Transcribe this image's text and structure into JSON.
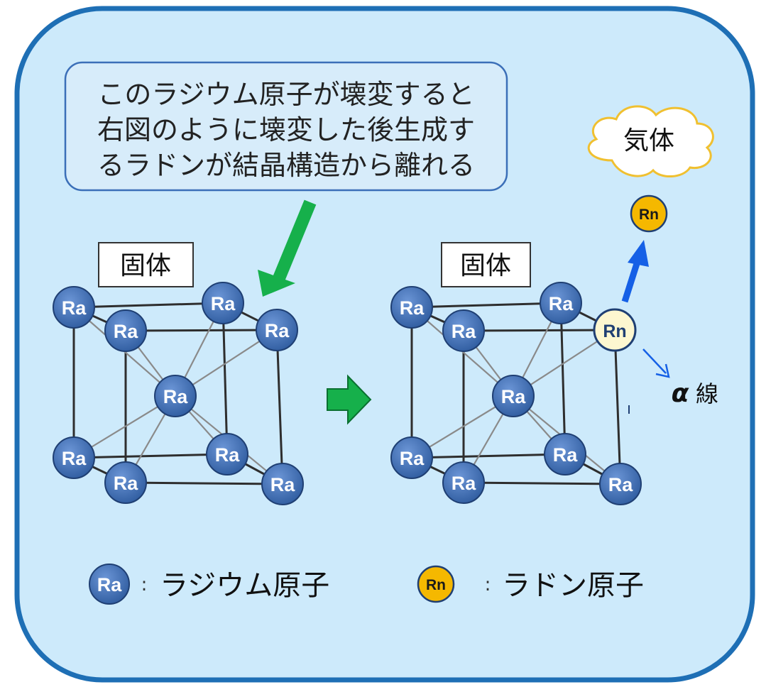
{
  "callout": {
    "lines": [
      "このラジウム原子が壊変すると",
      "右図のように壊変した後生成す",
      "るラドンが結晶構造から離れる"
    ]
  },
  "left_panel": {
    "label": "固体",
    "atoms": [
      "Ra",
      "Ra",
      "Ra",
      "Ra",
      "Ra",
      "Ra",
      "Ra",
      "Ra",
      "Ra"
    ]
  },
  "right_panel": {
    "label": "固体",
    "atoms": [
      "Ra",
      "Ra",
      "Ra",
      "Rn",
      "Ra",
      "Ra",
      "Ra",
      "Ra",
      "Ra"
    ],
    "gas_label": "気体",
    "escaped_atom": "Rn",
    "alpha_symbol": "α",
    "alpha_text": "線"
  },
  "legend": {
    "ra_symbol": "Ra",
    "ra_text": "ラジウム原子",
    "rn_symbol": "Rn",
    "rn_text": "ラドン原子",
    "separator": ":"
  },
  "colors": {
    "panel_fill": "#cdeafb",
    "panel_border": "#1e6fb5",
    "ra_atom": "#3f6fb6",
    "rn_atom_escaped": "#f5b800",
    "rn_atom_in_lattice": "#fdf7d0",
    "green_arrow": "#16b04b",
    "blue_arrow": "#1560e6",
    "cloud_border": "#f0c030"
  }
}
